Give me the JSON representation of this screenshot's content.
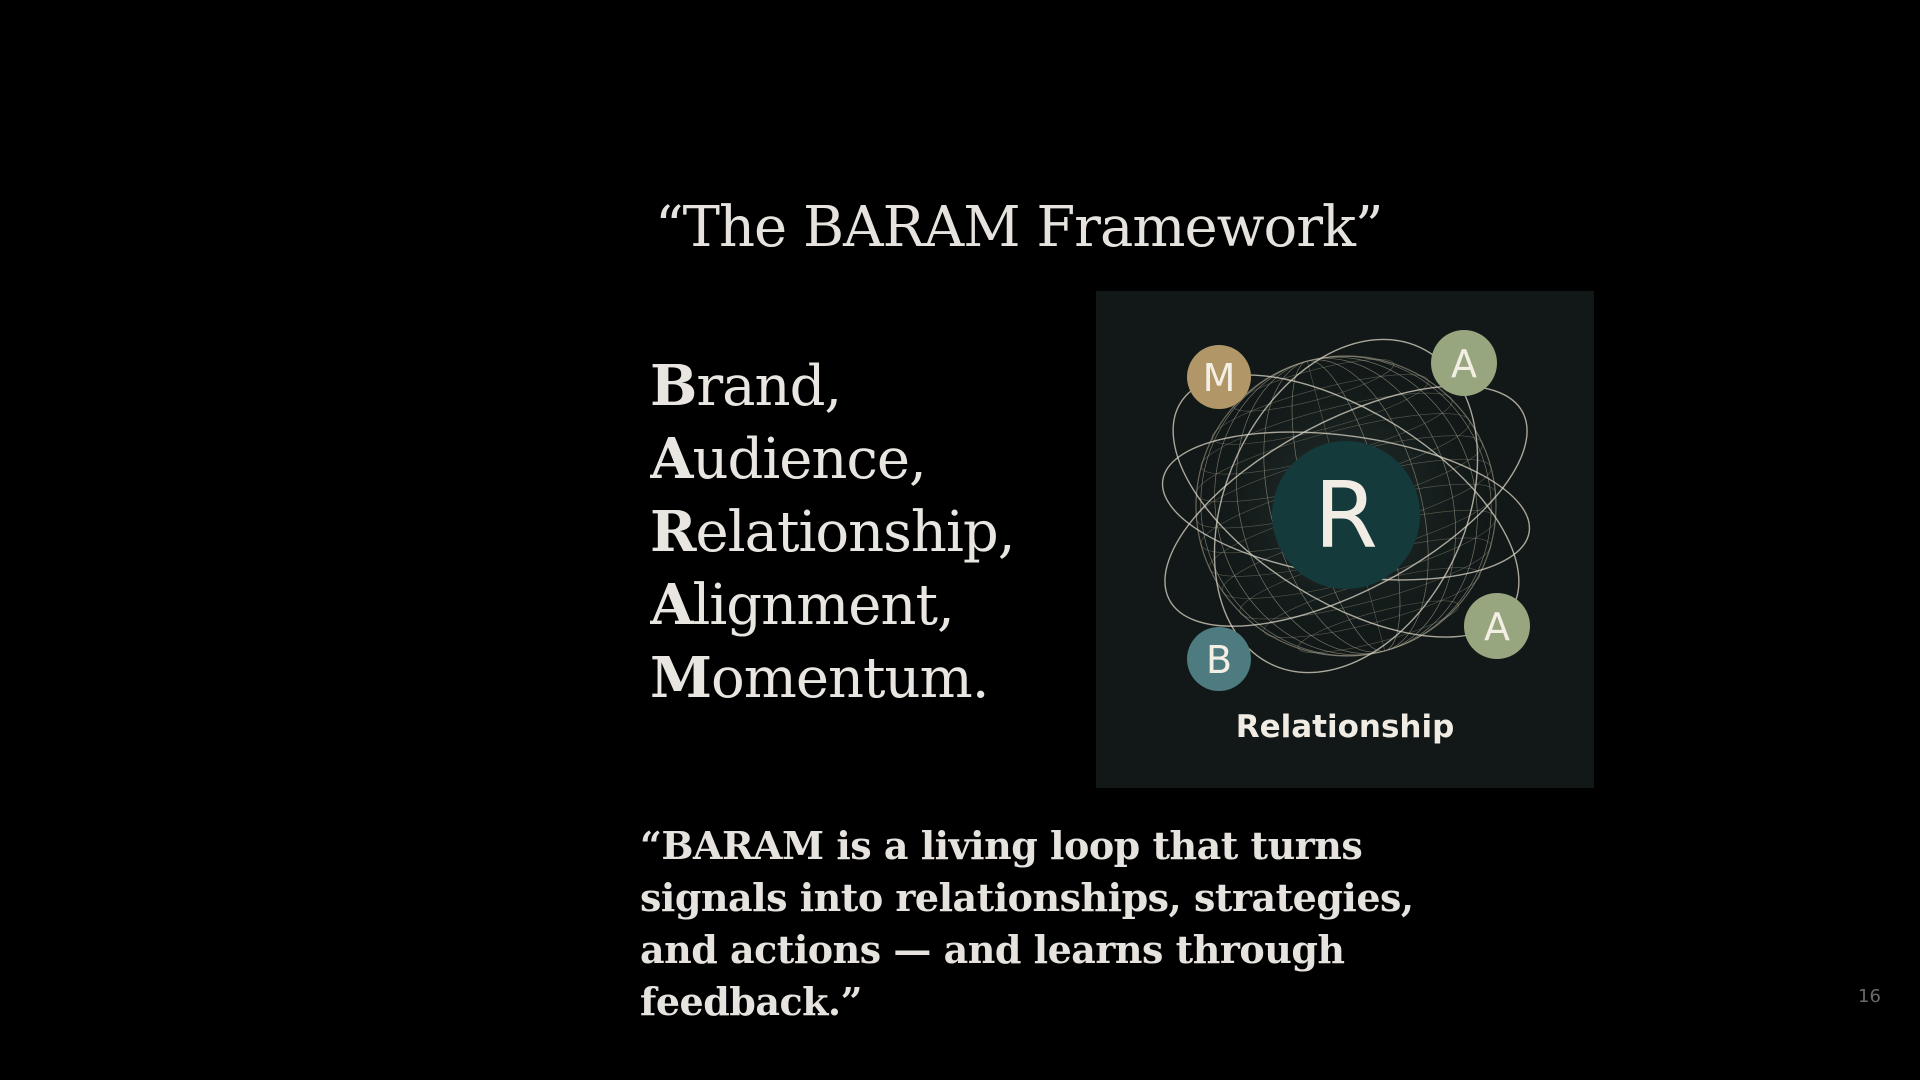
{
  "slide": {
    "title": "“The BARAM Framework”",
    "terms": [
      {
        "initial": "B",
        "rest": "rand,"
      },
      {
        "initial": "A",
        "rest": "udience,"
      },
      {
        "initial": "R",
        "rest": "elationship,"
      },
      {
        "initial": "A",
        "rest": "lignment,"
      },
      {
        "initial": "M",
        "rest": "omentum."
      }
    ],
    "figure": {
      "center_letter": "R",
      "nodes": [
        {
          "letter": "M",
          "color": "#b19668"
        },
        {
          "letter": "A",
          "color": "#98a67f"
        },
        {
          "letter": "A",
          "color": "#98a67f"
        },
        {
          "letter": "B",
          "color": "#4d7b7f"
        }
      ],
      "center_color": "#143a3c",
      "background_color": "#111817",
      "caption": "Relationship"
    },
    "quote": "“BARAM is a living loop that turns signals into relationships, strategies, and actions — and learns through feedback.”",
    "page_number": "16"
  }
}
